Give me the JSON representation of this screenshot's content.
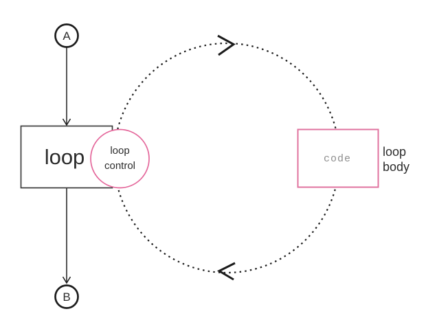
{
  "colors": {
    "ink": "#1c1c1c",
    "box_border": "#3a3a3a",
    "pink_circle": "#e4669a",
    "pink_box": "#e0739f",
    "label_text": "#2b2b2b",
    "code_text": "#8d8d8d",
    "background": "#ffffff"
  },
  "nodes": {
    "connector_a": {
      "label": "A"
    },
    "connector_b": {
      "label": "B"
    },
    "loop_box": {
      "label": "loop"
    },
    "loop_control": {
      "line1": "loop",
      "line2": "control"
    },
    "code_box": {
      "label": "code"
    },
    "loop_body": {
      "line1": "loop",
      "line2": "body"
    }
  }
}
